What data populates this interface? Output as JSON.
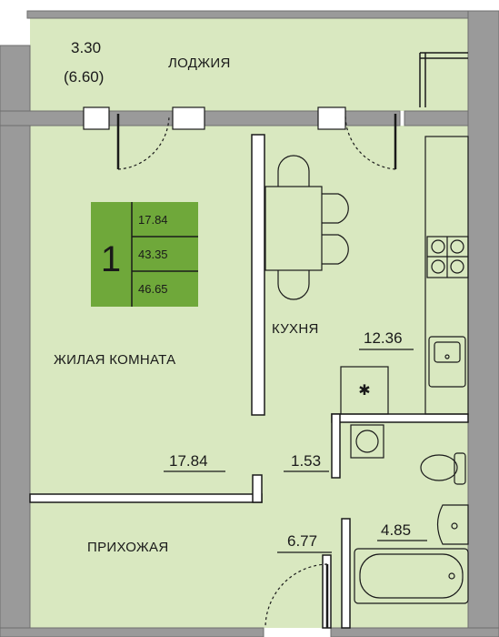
{
  "colors": {
    "floor": "#d9e8c0",
    "wall": "#9a9a9a",
    "wall_stroke": "#6e6e6e",
    "badge": "#6fa83a",
    "line": "#1a1a1a"
  },
  "loggia": {
    "name": "ЛОДЖИЯ",
    "area": "3.30",
    "area_full": "(6.60)"
  },
  "rooms": {
    "living": {
      "name": "ЖИЛАЯ КОМНАТА",
      "area": "17.84"
    },
    "kitchen": {
      "name": "КУХНЯ",
      "area": "12.36"
    },
    "hall": {
      "name": "ПРИХОЖАЯ",
      "area": "6.77"
    },
    "closet": {
      "area": "1.53"
    },
    "bathroom": {
      "area": "4.85"
    }
  },
  "badge": {
    "rooms": "1",
    "living": "17.84",
    "total": "43.35",
    "total_loggia": "46.65"
  },
  "icons": [
    "stove-icon",
    "sink-icon",
    "washing-machine-icon",
    "toilet-icon",
    "bathtub-icon",
    "washbasin-icon",
    "fridge-icon",
    "chair-icon",
    "table-icon",
    "door-icon",
    "window-icon"
  ]
}
